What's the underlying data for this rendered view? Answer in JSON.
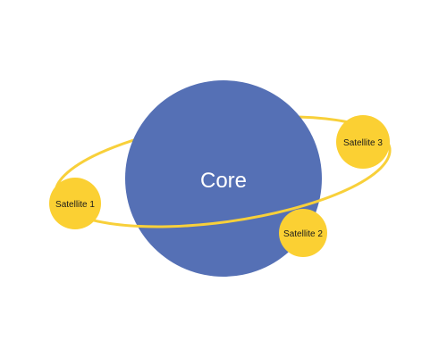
{
  "diagram": {
    "core": {
      "label": "Core"
    },
    "satellites": [
      {
        "label": "Satellite 1"
      },
      {
        "label": "Satellite 2"
      },
      {
        "label": "Satellite 3"
      }
    ]
  },
  "colors": {
    "core_fill": "#5570b5",
    "satellite_fill": "#fbd033",
    "orbit_stroke": "#f8d03a",
    "core_text": "#ffffff",
    "satellite_text": "#1a1a1a",
    "background": "#ffffff"
  }
}
